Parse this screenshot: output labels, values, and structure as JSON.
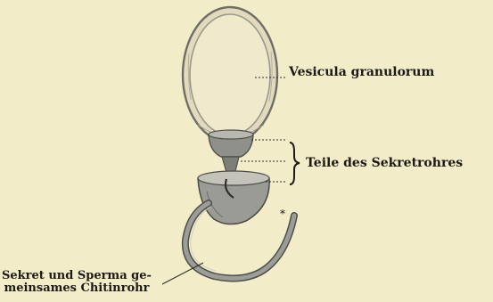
{
  "figure": {
    "labels": {
      "vesicula": "Vesicula granulorum",
      "teile": "Teile des Sekretrohres",
      "sekret_line1": "Sekret und Sperma ge-",
      "sekret_line2": "meinsames Chitinrohr"
    },
    "colors": {
      "paper": "#f3ecc9",
      "ink": "#1c1a14",
      "organ_gray": "#8e8f88",
      "organ_dark": "#5d5f5a",
      "vesicle_fill": "#e6dcc0"
    }
  }
}
